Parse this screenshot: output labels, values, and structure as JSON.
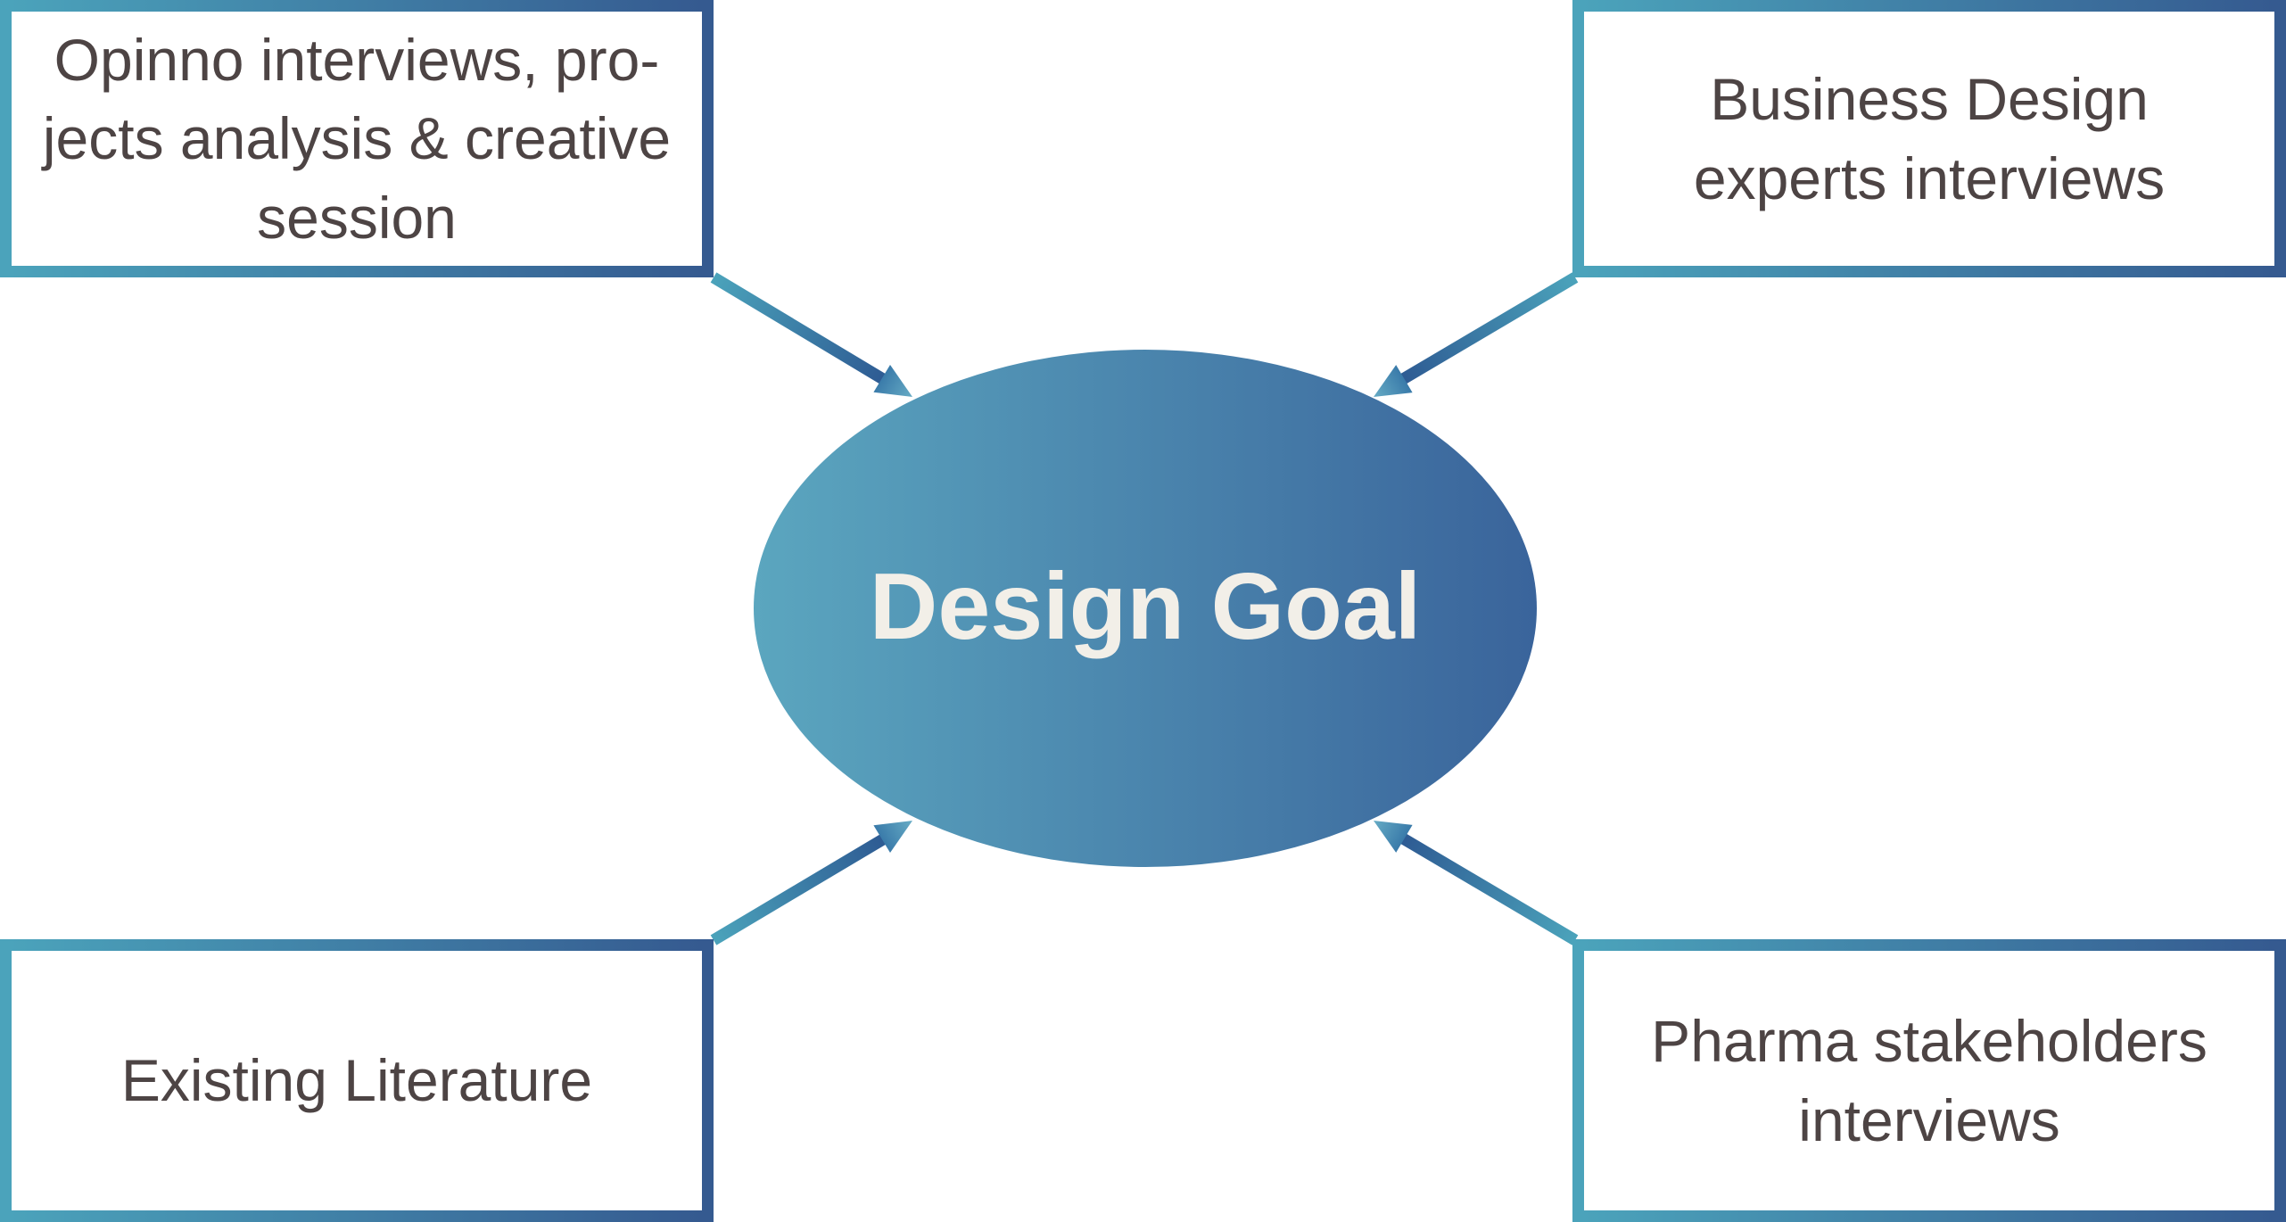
{
  "diagram": {
    "center": {
      "label": "Design Goal"
    },
    "nodes": {
      "top_left": {
        "label": "Opinno interviews, pro-\njects analysis & creative\nsession"
      },
      "top_right": {
        "label": "Business Design\nexperts interviews"
      },
      "bottom_left": {
        "label": "Existing Literature"
      },
      "bottom_right": {
        "label": "Pharma stakeholders\ninterviews"
      }
    },
    "colors": {
      "border_teal": "#4BA3BB",
      "border_dark_blue": "#355A90",
      "arrow_shaft_dark": "#2E5B93",
      "arrow_head_light": "#67ACC5",
      "ellipse_left": "#5BA6BF",
      "ellipse_right": "#3A649B",
      "node_text": "#4D4444",
      "center_text": "#F2EFE8"
    }
  }
}
